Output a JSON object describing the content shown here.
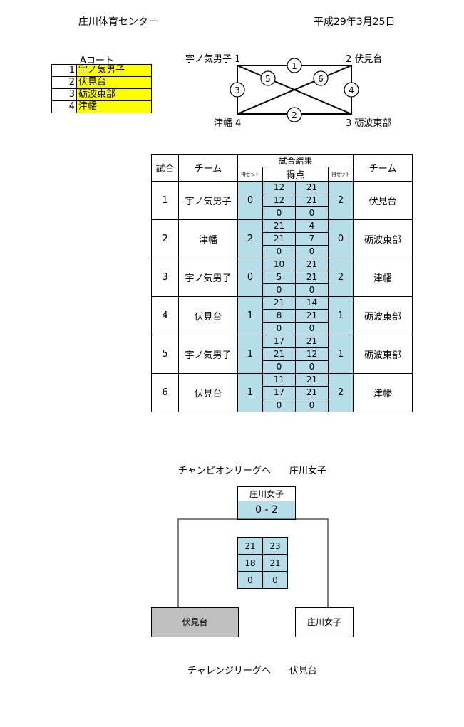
{
  "header": {
    "venue": "庄川体育センター",
    "date": "平成29年3月25日"
  },
  "court": {
    "title": "Aコート",
    "teams": [
      {
        "num": "1",
        "name": "宇ノ気男子"
      },
      {
        "num": "2",
        "name": "伏見台"
      },
      {
        "num": "3",
        "name": "砺波東部"
      },
      {
        "num": "4",
        "name": "津幡"
      }
    ],
    "corner_labels": {
      "tl": "宇ノ気男子 1",
      "tr": "2 伏見台",
      "bl": "津幡 4",
      "br": "3 砺波東部"
    },
    "match_numbers": [
      "1",
      "2",
      "3",
      "4",
      "5",
      "6"
    ]
  },
  "results": {
    "headers": {
      "match": "試合",
      "team_left": "チーム",
      "result": "試合結果",
      "sets_left": "得セット",
      "points": "得点",
      "sets_right": "得セット",
      "team_right": "チーム"
    },
    "matches": [
      {
        "no": "1",
        "left": "宇ノ気男子",
        "left_sets": "0",
        "scores": [
          [
            "12",
            "21"
          ],
          [
            "12",
            "21"
          ],
          [
            "0",
            "0"
          ]
        ],
        "right_sets": "2",
        "right": "伏見台"
      },
      {
        "no": "2",
        "left": "津幡",
        "left_sets": "2",
        "scores": [
          [
            "21",
            "4"
          ],
          [
            "21",
            "7"
          ],
          [
            "0",
            "0"
          ]
        ],
        "right_sets": "0",
        "right": "砺波東部"
      },
      {
        "no": "3",
        "left": "宇ノ気男子",
        "left_sets": "0",
        "scores": [
          [
            "10",
            "21"
          ],
          [
            "5",
            "21"
          ],
          [
            "0",
            "0"
          ]
        ],
        "right_sets": "2",
        "right": "津幡"
      },
      {
        "no": "4",
        "left": "伏見台",
        "left_sets": "1",
        "scores": [
          [
            "21",
            "14"
          ],
          [
            "8",
            "21"
          ],
          [
            "0",
            "0"
          ]
        ],
        "right_sets": "1",
        "right": "砺波東部"
      },
      {
        "no": "5",
        "left": "宇ノ気男子",
        "left_sets": "1",
        "scores": [
          [
            "17",
            "21"
          ],
          [
            "21",
            "12"
          ],
          [
            "0",
            "0"
          ]
        ],
        "right_sets": "1",
        "right": "砺波東部"
      },
      {
        "no": "6",
        "left": "伏見台",
        "left_sets": "1",
        "scores": [
          [
            "11",
            "21"
          ],
          [
            "17",
            "21"
          ],
          [
            "0",
            "0"
          ]
        ],
        "right_sets": "2",
        "right": "津幡"
      }
    ]
  },
  "playoff": {
    "champion_label": "チャンピオンリーグへ　　庄川女子",
    "challenge_label": "チャレンジリーグへ　　伏見台",
    "winner_name": "庄川女子",
    "winner_score": "0 - 2",
    "scores": [
      [
        "21",
        "23"
      ],
      [
        "18",
        "21"
      ],
      [
        "0",
        "0"
      ]
    ],
    "left_team": "伏見台",
    "right_team": "庄川女子"
  }
}
